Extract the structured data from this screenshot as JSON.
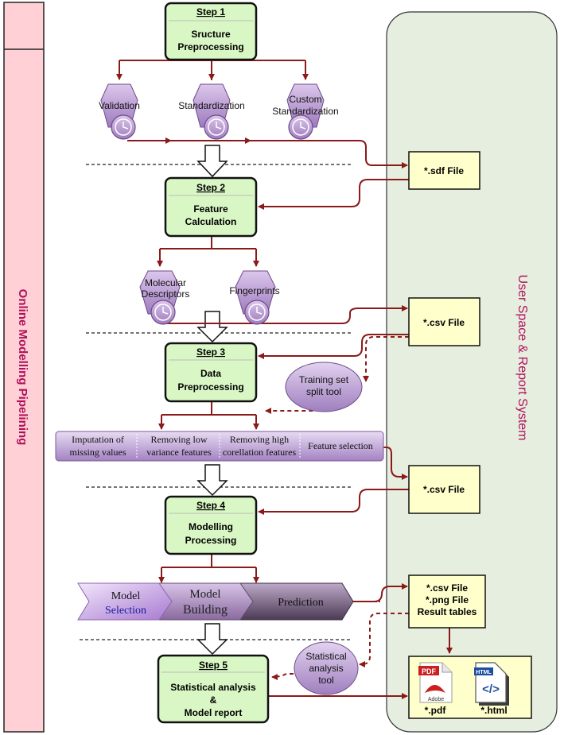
{
  "left_bar": {
    "title": "Online Modelling Pipelining"
  },
  "right_panel": {
    "title": "User Space & Report System"
  },
  "steps": [
    {
      "title": "Step 1",
      "lines": [
        "Sructure",
        "Preprocessing"
      ]
    },
    {
      "title": "Step 2",
      "lines": [
        "Feature",
        "Calculation"
      ]
    },
    {
      "title": "Step 3",
      "lines": [
        "Data",
        "Preprocessing"
      ]
    },
    {
      "title": "Step 4",
      "lines": [
        "Modelling",
        "Processing"
      ]
    },
    {
      "title": "Step 5",
      "lines": [
        "Statistical analysis",
        "&",
        "Model report"
      ]
    }
  ],
  "step1_tools": [
    {
      "lines": [
        "Validation"
      ]
    },
    {
      "lines": [
        "Standardization"
      ]
    },
    {
      "lines": [
        "Custom",
        "Standardization"
      ]
    }
  ],
  "step2_tools": [
    {
      "lines": [
        "Molecular",
        "Descriptors"
      ]
    },
    {
      "lines": [
        "Fingerprints"
      ]
    }
  ],
  "preprocessing_bar": [
    {
      "lines": [
        "Imputation of",
        "missing values"
      ]
    },
    {
      "lines": [
        "Removing low",
        "variance features"
      ]
    },
    {
      "lines": [
        "Removing high",
        "corellation features"
      ]
    },
    {
      "lines": [
        "Feature selection"
      ]
    }
  ],
  "modelling_bar": [
    {
      "lines": [
        "Model",
        "Selection"
      ]
    },
    {
      "lines": [
        "Model",
        "Building"
      ]
    },
    {
      "lines": [
        "Prediction"
      ]
    }
  ],
  "ellipses": {
    "training": [
      "Training set",
      "split tool"
    ],
    "statistical": [
      "Statistical",
      "analysis",
      "tool"
    ]
  },
  "files": [
    {
      "lines": [
        "*.sdf File"
      ]
    },
    {
      "lines": [
        "*.csv File"
      ]
    },
    {
      "lines": [
        "*.csv File"
      ]
    },
    {
      "lines": [
        "*.csv File",
        "*.png File",
        "Result tables"
      ]
    }
  ],
  "reports": {
    "pdf_icon_text": "PDF",
    "adobe_text": "Adobe",
    "pdf_label": "*.pdf",
    "html_icon_text": "HTML",
    "html_code": "</>",
    "html_label": "*.html"
  },
  "colors": {
    "arrow": "#8b1a1a",
    "step_fill": "#d9f7c4",
    "step_stroke": "#111111",
    "file_fill": "#ffffcc",
    "left_bar": "#ffd0d6",
    "right_panel": "#e6eee0",
    "purple_light": "#dcc7ec",
    "purple_dark": "#8e67ad",
    "side_text": "#b0105a"
  }
}
